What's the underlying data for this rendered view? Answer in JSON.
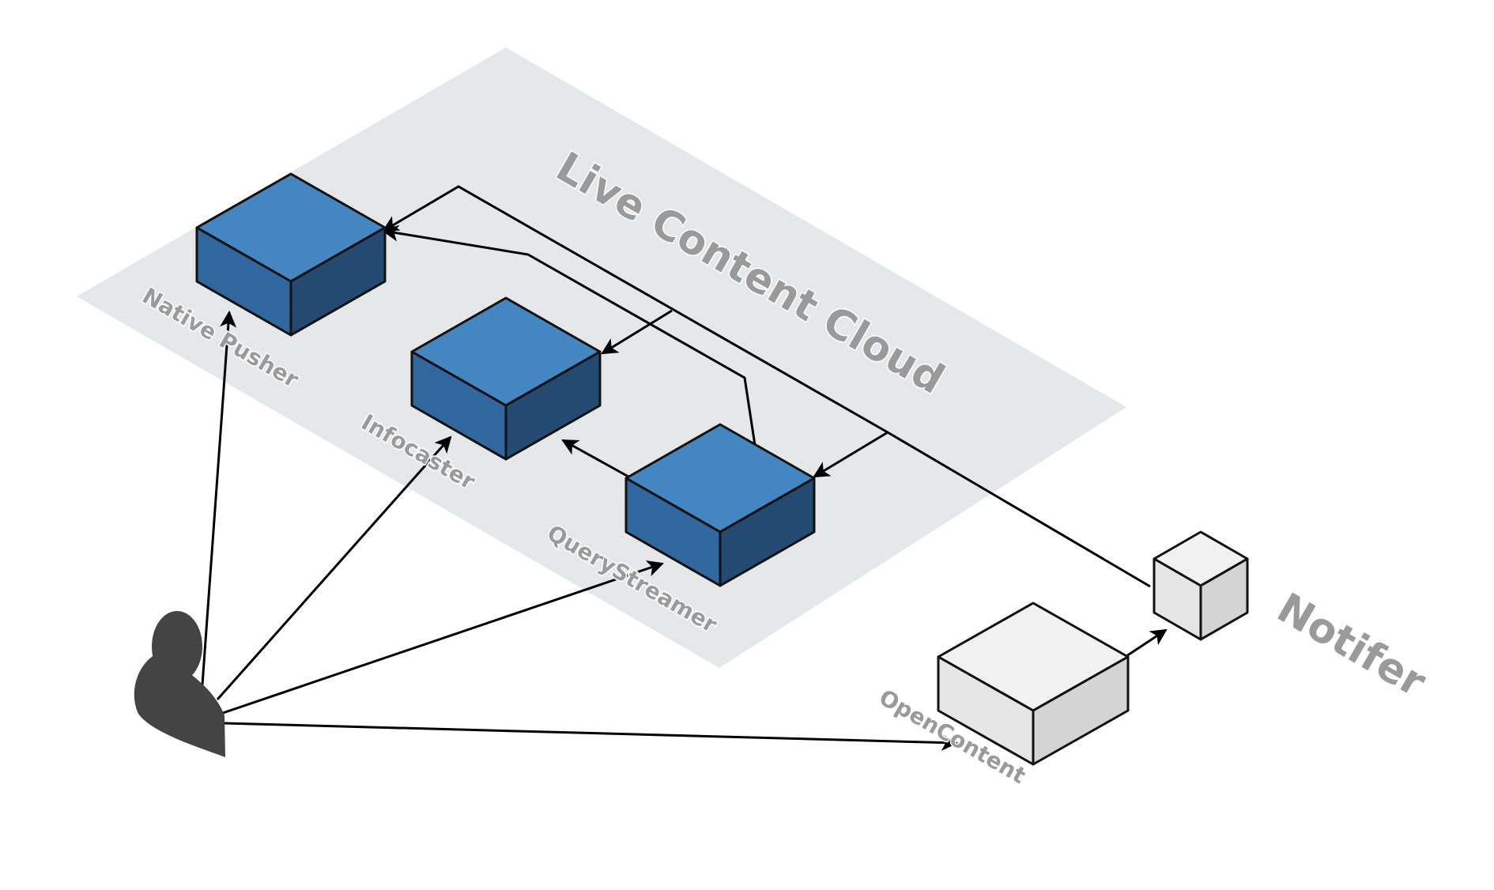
{
  "zone": {
    "title": "Live Content Cloud"
  },
  "nodes": {
    "native_pusher": {
      "label": "Native Pusher",
      "color": "#3f80be"
    },
    "infocaster": {
      "label": "Infocaster",
      "color": "#3f80be"
    },
    "query_streamer": {
      "label": "QueryStreamer",
      "color": "#3f80be"
    },
    "open_content": {
      "label": "OpenContent",
      "color": "#f0f0f0"
    },
    "notifier": {
      "label": "Notifer",
      "color": "#f0f0f0"
    }
  },
  "actor": {
    "icon": "user-icon",
    "color": "#444444"
  },
  "colors": {
    "zone_background": "#e6e7e8",
    "label_text": "#9a9a9a",
    "connector": "#000000"
  }
}
